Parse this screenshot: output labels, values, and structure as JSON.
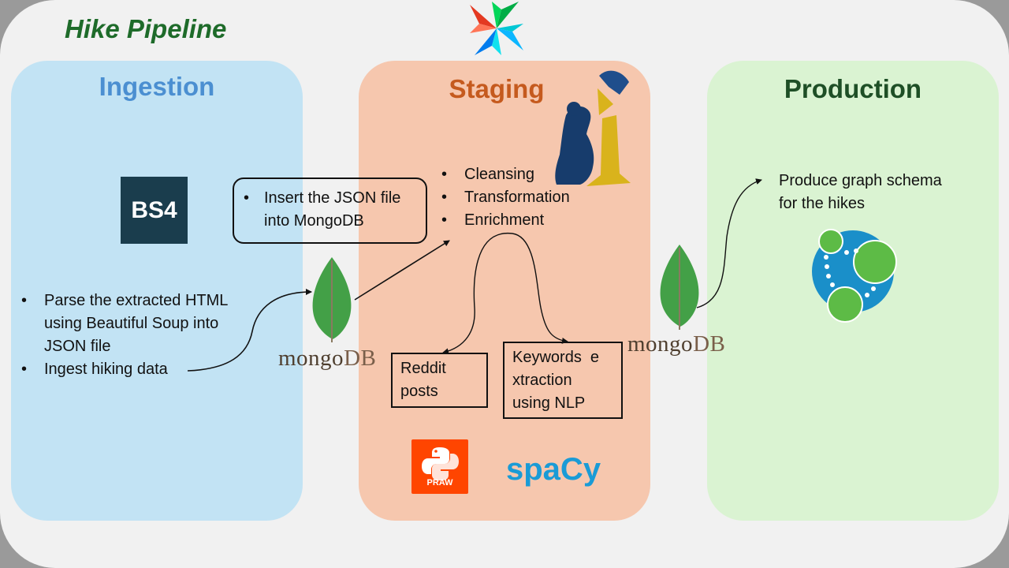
{
  "title": "Hike Pipeline",
  "columns": {
    "ingestion": {
      "title": "Ingestion",
      "logo_text": "BS4",
      "bullets": [
        "Parse the extracted HTML using Beautiful Soup into JSON file",
        "Ingest hiking data"
      ]
    },
    "staging": {
      "title": "Staging",
      "bullets": [
        "Cleansing",
        "Transformation",
        "Enrichment"
      ],
      "reddit_box": [
        "Reddit",
        "posts"
      ],
      "keywords_box": [
        "Keywords  e",
        "xtraction",
        "using NLP"
      ],
      "praw_label": "PRAW",
      "spacy_label": "spaCy"
    },
    "production": {
      "title": "Production",
      "text": [
        "Produce graph schema",
        "for the hikes"
      ]
    }
  },
  "insert_box": [
    "Insert the JSON file",
    "into MongoDB"
  ],
  "mongodb": {
    "mongo": "mongo",
    "db": "DB"
  },
  "colors": {
    "ingestion_bg": "#c2e3f4",
    "staging_bg": "#f6c7ae",
    "production_bg": "#daf3d2",
    "title_green": "#1e6b2a"
  },
  "icons": [
    "airflow-pinwheel-icon",
    "bs4-logo-icon",
    "pandas-bear-icon",
    "mongodb-leaf-icon",
    "praw-logo-icon",
    "spacy-logo-icon",
    "neo4j-graph-icon"
  ]
}
